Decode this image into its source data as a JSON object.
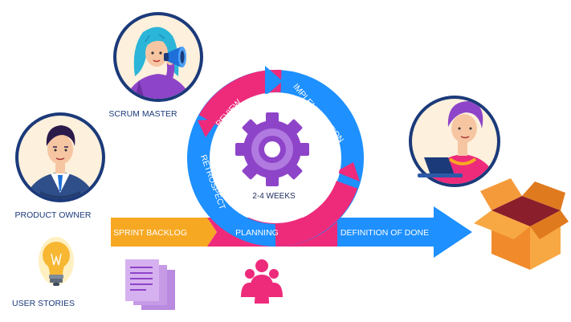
{
  "roles": {
    "scrum_master": "SCRUM MASTER",
    "product_owner": "PRODUCT OWNER",
    "user_stories": "USER STORIES"
  },
  "cycle": {
    "review": "REVIEW",
    "implementation": "IMPLEMENTATION",
    "retrospect": "RETROSPECT",
    "duration": "2-4 WEEKS"
  },
  "flow": {
    "sprint_backlog": "SPRINT BACKLOG",
    "planning": "PLANNING",
    "definition_of_done": "DEFINITION OF DONE"
  },
  "colors": {
    "navy": "#1b3a7a",
    "magenta": "#ee2a7b",
    "blue": "#1e90ff",
    "orange": "#f7a823",
    "purple": "#8e44c8",
    "lavender": "#c79ae6"
  },
  "icons": [
    "megaphone-icon",
    "gear-icon",
    "lightbulb-icon",
    "documents-icon",
    "team-icon",
    "box-icon",
    "laptop-icon"
  ]
}
